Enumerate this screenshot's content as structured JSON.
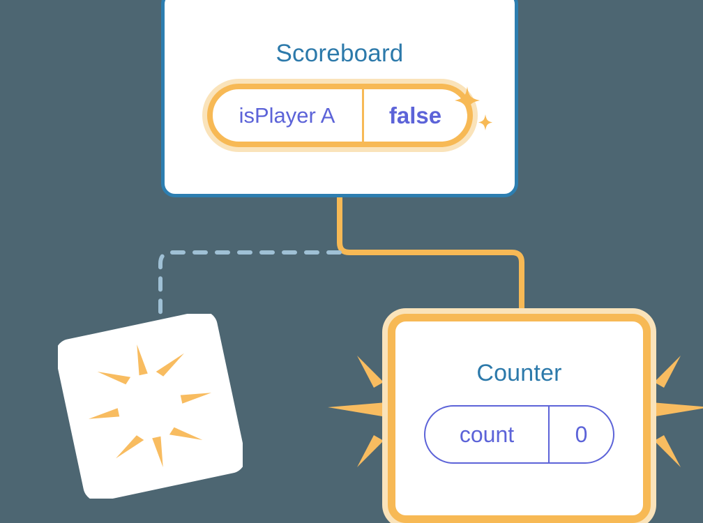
{
  "theme": {
    "background": "#4d6672",
    "card_white": "#ffffff",
    "accent_blue": "#2d7eb0",
    "title_blue": "#2c79aa",
    "accent_orange": "#f7b955",
    "accent_orange_halo": "#fae3ba",
    "ray_orange": "#f8bc60",
    "indigo": "#5c63d8",
    "dashed_line": "#9fc0d5"
  },
  "diagram": {
    "type": "state-machine-diagram",
    "nodes": [
      {
        "id": "scoreboard",
        "title": "Scoreboard",
        "highlighted": true,
        "state": {
          "key": "isPlayer A",
          "value": "false",
          "value_bold": true
        },
        "decoration": "sparkles"
      },
      {
        "id": "blank",
        "title": "",
        "highlighted": false,
        "decoration": "burst"
      },
      {
        "id": "counter",
        "title": "Counter",
        "highlighted": true,
        "state": {
          "key": "count",
          "value": "0",
          "value_bold": false
        },
        "decoration": "burst-flank"
      }
    ],
    "edges": [
      {
        "from": "scoreboard",
        "to": "counter",
        "style": "solid",
        "color": "#f7b955"
      },
      {
        "from": "scoreboard",
        "to": "blank",
        "style": "dashed",
        "color": "#9fc0d5"
      }
    ]
  },
  "scoreboard": {
    "title": "Scoreboard",
    "prop_name": "isPlayer A",
    "prop_value": "false"
  },
  "counter": {
    "title": "Counter",
    "prop_name": "count",
    "prop_value": "0"
  }
}
